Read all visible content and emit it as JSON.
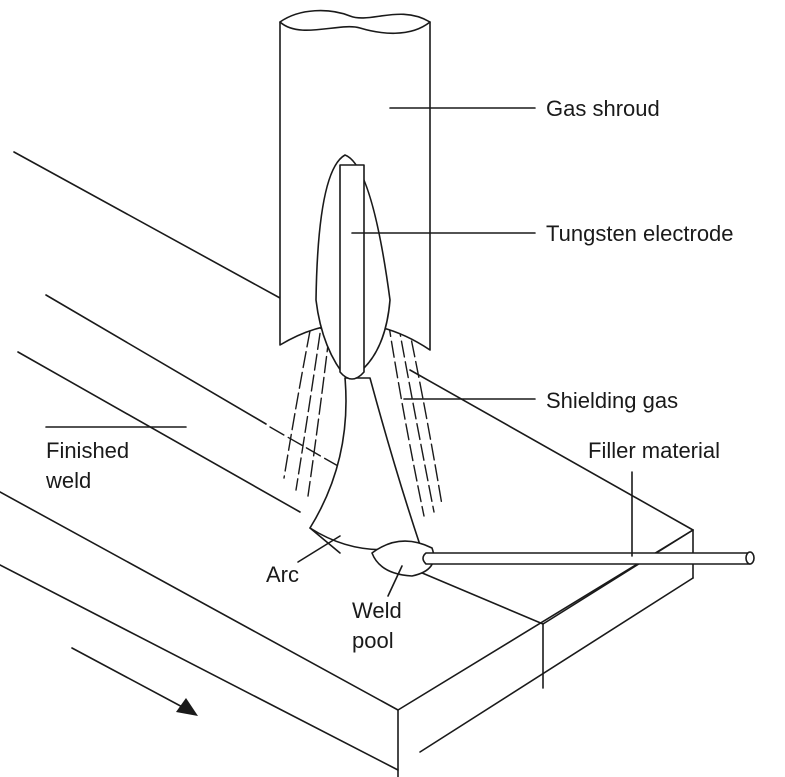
{
  "labels": {
    "gas_shroud": "Gas shroud",
    "tungsten_electrode": "Tungsten electrode",
    "shielding_gas": "Shielding gas",
    "filler_material": "Filler material",
    "finished_weld_line1": "Finished",
    "finished_weld_line2": "weld",
    "arc": "Arc",
    "weld_pool_line1": "Weld",
    "weld_pool_line2": "pool"
  },
  "colors": {
    "ink": "#1a1a1a",
    "background": "#ffffff"
  }
}
